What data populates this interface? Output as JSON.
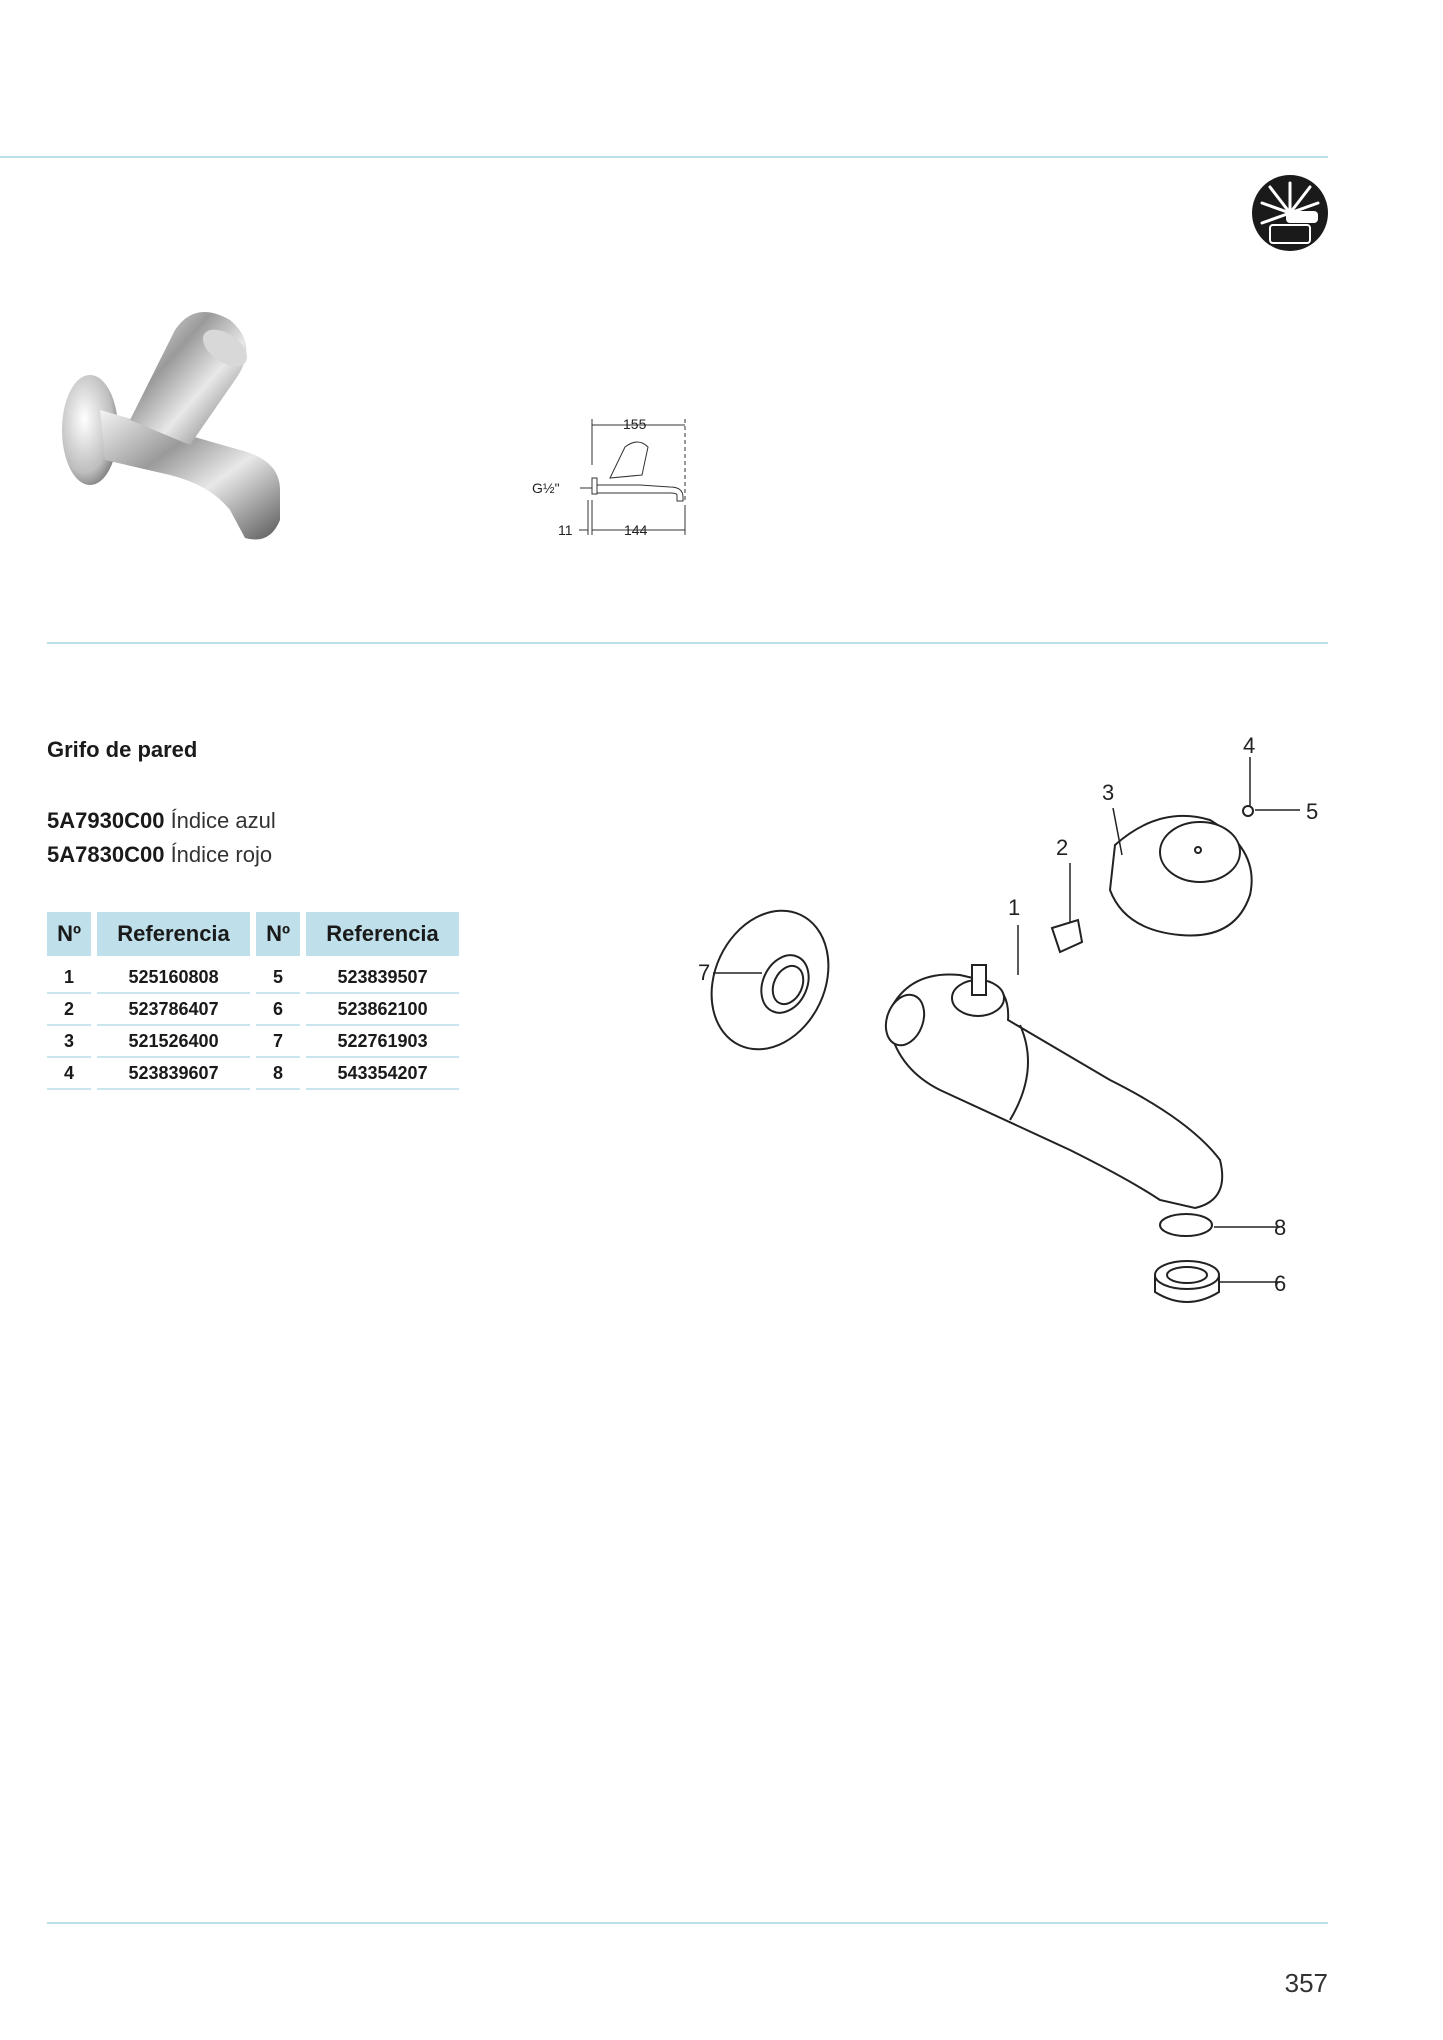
{
  "product": {
    "title": "Grifo de pared",
    "models": [
      {
        "code": "5A7930C00",
        "desc": "Índice azul"
      },
      {
        "code": "5A7830C00",
        "desc": "Índice rojo"
      }
    ]
  },
  "dimensions": {
    "overall": "155",
    "projection": "144",
    "plate": "11",
    "thread": "G½\""
  },
  "parts_table": {
    "headers": [
      "Nº",
      "Referencia",
      "Nº",
      "Referencia"
    ],
    "rows": [
      [
        "1",
        "525160808",
        "5",
        "523839507"
      ],
      [
        "2",
        "523786407",
        "6",
        "523862100"
      ],
      [
        "3",
        "521526400",
        "7",
        "522761903"
      ],
      [
        "4",
        "523839607",
        "8",
        "543354207"
      ]
    ]
  },
  "callouts": [
    "1",
    "2",
    "3",
    "4",
    "5",
    "6",
    "7",
    "8"
  ],
  "icons": {
    "badge": "timed-shower-tap-icon",
    "photo": "wall-tap-photo",
    "diagram": "exploded-view-diagram"
  },
  "colors": {
    "rule": "#b9dfe9",
    "table_header": "#bfe0ea"
  },
  "page_number": "357"
}
